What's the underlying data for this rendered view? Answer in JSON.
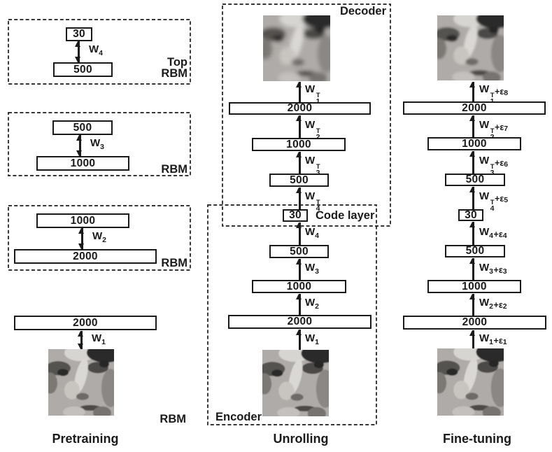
{
  "colors": {
    "ink": "#1a1a1a",
    "background": "#ffffff"
  },
  "captions": {
    "pretraining": "Pretraining",
    "unrolling": "Unrolling",
    "finetuning": "Fine-tuning"
  },
  "pretraining": {
    "blocks": [
      {
        "region_lines": [
          "Top",
          "RBM"
        ],
        "upper": "30",
        "lower": "500",
        "weight": {
          "base": "W",
          "sub": "4"
        }
      },
      {
        "region_lines": [
          "RBM"
        ],
        "upper": "500",
        "lower": "1000",
        "weight": {
          "base": "W",
          "sub": "3"
        }
      },
      {
        "region_lines": [
          "RBM"
        ],
        "upper": "1000",
        "lower": "2000",
        "weight": {
          "base": "W",
          "sub": "2"
        }
      },
      {
        "region_lines": [
          "RBM"
        ],
        "upper": "2000",
        "weight": {
          "base": "W",
          "sub": "1"
        }
      }
    ]
  },
  "unrolling": {
    "decoder_label": "Decoder",
    "encoder_label": "Encoder",
    "code_layer_label": "Code layer",
    "code_value": "30",
    "decoder_layers": [
      "2000",
      "1000",
      "500"
    ],
    "encoder_layers": [
      "500",
      "1000",
      "2000"
    ],
    "weights_decoder": [
      {
        "base": "W",
        "sup": "T",
        "sub": "1"
      },
      {
        "base": "W",
        "sup": "T",
        "sub": "2"
      },
      {
        "base": "W",
        "sup": "T",
        "sub": "3"
      },
      {
        "base": "W",
        "sup": "T",
        "sub": "4"
      }
    ],
    "weights_encoder": [
      {
        "base": "W",
        "sub": "4"
      },
      {
        "base": "W",
        "sub": "3"
      },
      {
        "base": "W",
        "sub": "2"
      },
      {
        "base": "W",
        "sub": "1"
      }
    ]
  },
  "finetuning": {
    "layers_top_to_bottom": [
      "2000",
      "1000",
      "500",
      "30",
      "500",
      "1000",
      "2000"
    ],
    "weights_top_to_bottom": [
      {
        "base": "W",
        "sup": "T",
        "sub": "1",
        "plus": "+ε",
        "eps_sub": "8"
      },
      {
        "base": "W",
        "sup": "T",
        "sub": "2",
        "plus": "+ε",
        "eps_sub": "7"
      },
      {
        "base": "W",
        "sup": "T",
        "sub": "3",
        "plus": "+ε",
        "eps_sub": "6"
      },
      {
        "base": "W",
        "sup": "T",
        "sub": "4",
        "plus": "+ε",
        "eps_sub": "5"
      },
      {
        "base": "W",
        "sub": "4",
        "plus": "+ε",
        "eps_sub": "4"
      },
      {
        "base": "W",
        "sub": "3",
        "plus": "+ε",
        "eps_sub": "3"
      },
      {
        "base": "W",
        "sub": "2",
        "plus": "+ε",
        "eps_sub": "2"
      },
      {
        "base": "W",
        "sub": "1",
        "plus": "+ε",
        "eps_sub": "1"
      }
    ]
  }
}
